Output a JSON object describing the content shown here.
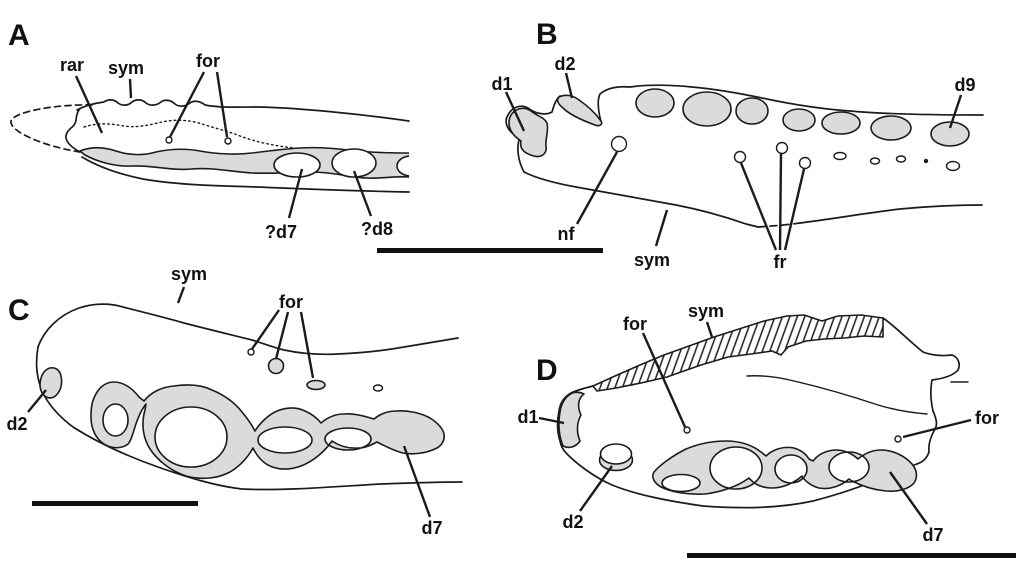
{
  "figure": {
    "colors": {
      "background": "#ffffff",
      "line": "#1b1b1b",
      "gray_fill": "#dbdbdb",
      "text": "#111111"
    },
    "panels": {
      "A": {
        "letter": "A",
        "labels": {
          "rar": "rar",
          "sym": "sym",
          "for": "for",
          "d7": "?d7",
          "d8": "?d8"
        }
      },
      "B": {
        "letter": "B",
        "labels": {
          "d1": "d1",
          "d2": "d2",
          "d9": "d9",
          "nf": "nf",
          "sym": "sym",
          "fr": "fr"
        }
      },
      "C": {
        "letter": "C",
        "labels": {
          "sym": "sym",
          "for": "for",
          "d2": "d2",
          "d7": "d7"
        }
      },
      "D": {
        "letter": "D",
        "labels": {
          "for_left": "for",
          "sym": "sym",
          "d1": "d1",
          "d2": "d2",
          "for_right": "for",
          "d7": "d7"
        }
      }
    }
  }
}
